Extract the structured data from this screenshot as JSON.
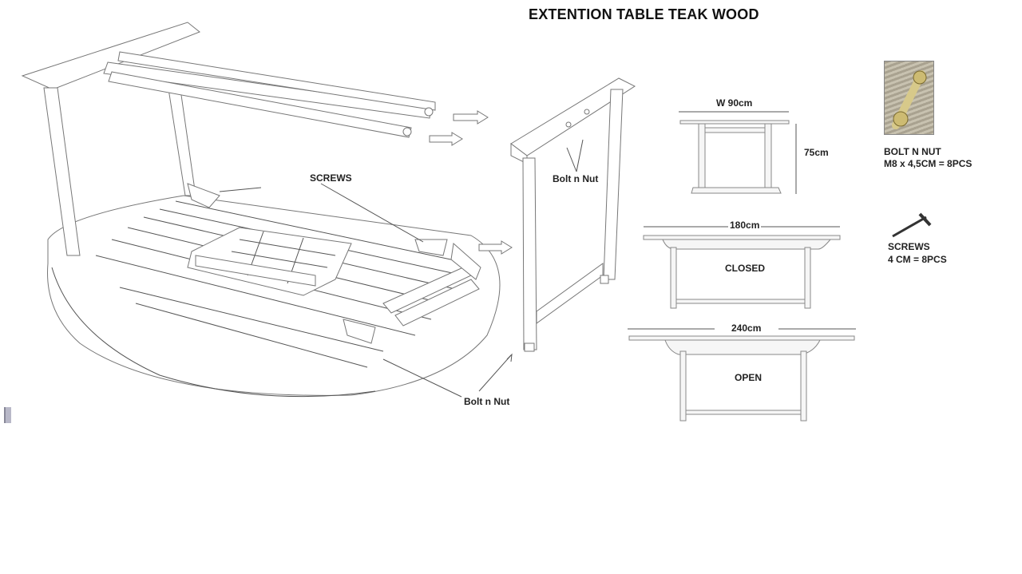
{
  "title": "EXTENTION TABLE TEAK WOOD",
  "labels": {
    "screws_main": "SCREWS",
    "bolt_n_nut_1": "Bolt n Nut",
    "bolt_n_nut_2": "Bolt n Nut"
  },
  "dimensions": {
    "width": "W 90cm",
    "height": "75cm",
    "closed_length": "180cm",
    "closed_state": "CLOSED",
    "open_length": "240cm",
    "open_state": "OPEN"
  },
  "parts": {
    "bolt_title": "BOLT N NUT",
    "bolt_spec": "M8 x 4,5CM = 8PCS",
    "screws_title": "SCREWS",
    "screws_spec": "4 CM =  8PCS"
  },
  "colors": {
    "line": "#555555",
    "accent_photo": "#b5ae9b"
  }
}
